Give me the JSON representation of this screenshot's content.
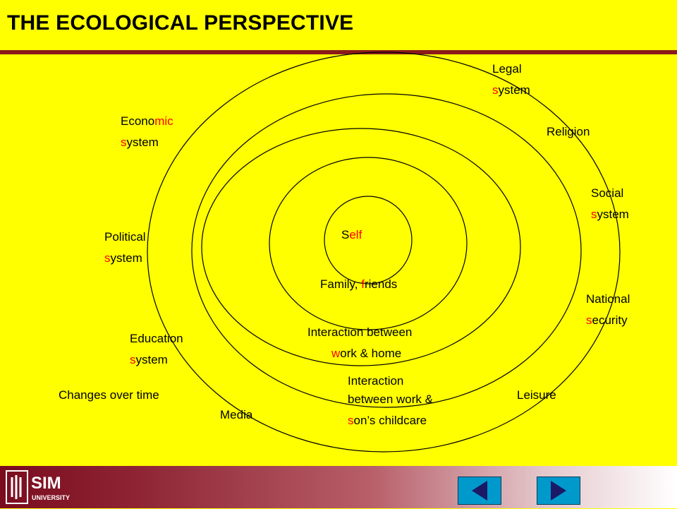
{
  "title": "THE ECOLOGICAL PERSPECTIVE",
  "colors": {
    "background": "#ffff00",
    "rule": "#8b1a1a",
    "highlight": "#ff0000",
    "nav_button": "#0099cc"
  },
  "logo": {
    "brand": "SIM",
    "sub": "UNIVERSITY"
  },
  "labels": {
    "self": {
      "a": "S",
      "b": "elf"
    },
    "family": {
      "a": "Family, ",
      "b": "f",
      "c": "riends"
    },
    "interaction1": {
      "line1": "Interaction between",
      "l2a": "w",
      "l2b": "ork & home"
    },
    "interaction2": {
      "line1": "Interaction",
      "line2": "between work &",
      "l3a": "s",
      "l3b": "on’s childcare"
    },
    "legal": {
      "line1": "Legal",
      "l2a": "s",
      "l2b": "ystem"
    },
    "religion": "Religion",
    "social": {
      "line1": "Social",
      "l2a": "s",
      "l2b": "ystem"
    },
    "national": {
      "line1": "National",
      "l2a": "s",
      "l2b": "ecurity"
    },
    "leisure": "Leisure",
    "economic": {
      "l1a": "Econo",
      "l1b": "mic",
      "l2a": "s",
      "l2b": "ystem"
    },
    "political": {
      "line1": "Political",
      "l2a": "s",
      "l2b": "ystem"
    },
    "education": {
      "line1": "Education",
      "l2a": "s",
      "l2b": "ystem"
    },
    "changes": "Changes over time",
    "media": "Media"
  },
  "nav": {
    "prev_icon": "left-triangle-icon",
    "next_icon": "right-triangle-icon"
  }
}
